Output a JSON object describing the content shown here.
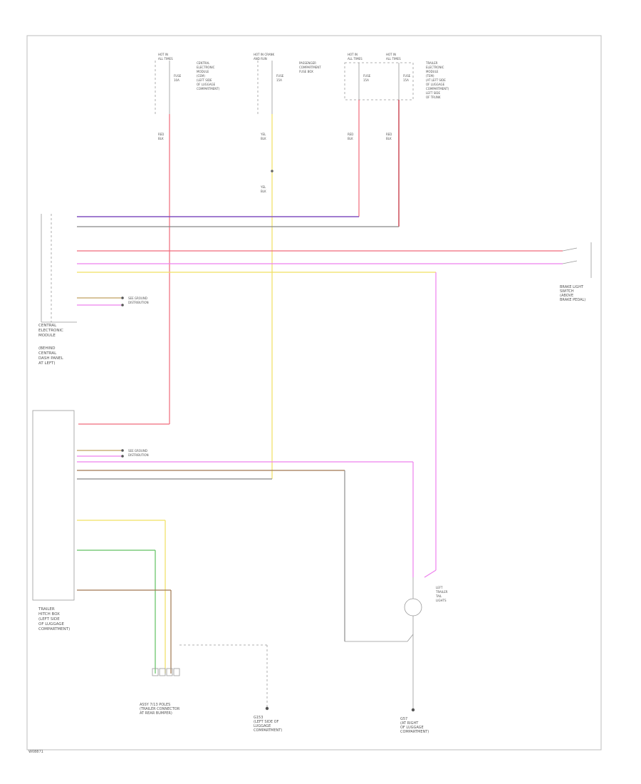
{
  "labels": {
    "page_code": "W08871",
    "cem_module": [
      "CENTRAL",
      "ELECTRONIC",
      "MODULE"
    ],
    "cem_location": [
      "(BEHIND",
      "CENTRAL",
      "DASH PANEL",
      "AT LEFT)"
    ],
    "trailer_module": [
      "TRAILER",
      "HITCH BOX",
      "(LEFT SIDE",
      "OF LUGGAGE",
      "COMPARTMENT)"
    ],
    "trailer_connector": [
      "ASSY 7/13 POLES",
      "(TRAILER CONNECTOR",
      "AT REAR BUMPER)"
    ],
    "brake_switch": [
      "BRAKE LIGHT",
      "SWITCH",
      "(ABOVE",
      "BRAKE PEDAL)"
    ],
    "ground_left": [
      "G153",
      "(LEFT SIDE OF",
      "LUGGAGE",
      "COMPARTMENT)"
    ],
    "ground_right": [
      "G57",
      "(AT RIGHT",
      "OF LUGGAGE",
      "COMPARTMENT)"
    ],
    "relay_label": [
      "LEFT",
      "TRAILER",
      "TAIL",
      "LIGHTS"
    ],
    "see_ground": [
      "SEE GROUND",
      "DISTRIBUTION"
    ]
  }
}
